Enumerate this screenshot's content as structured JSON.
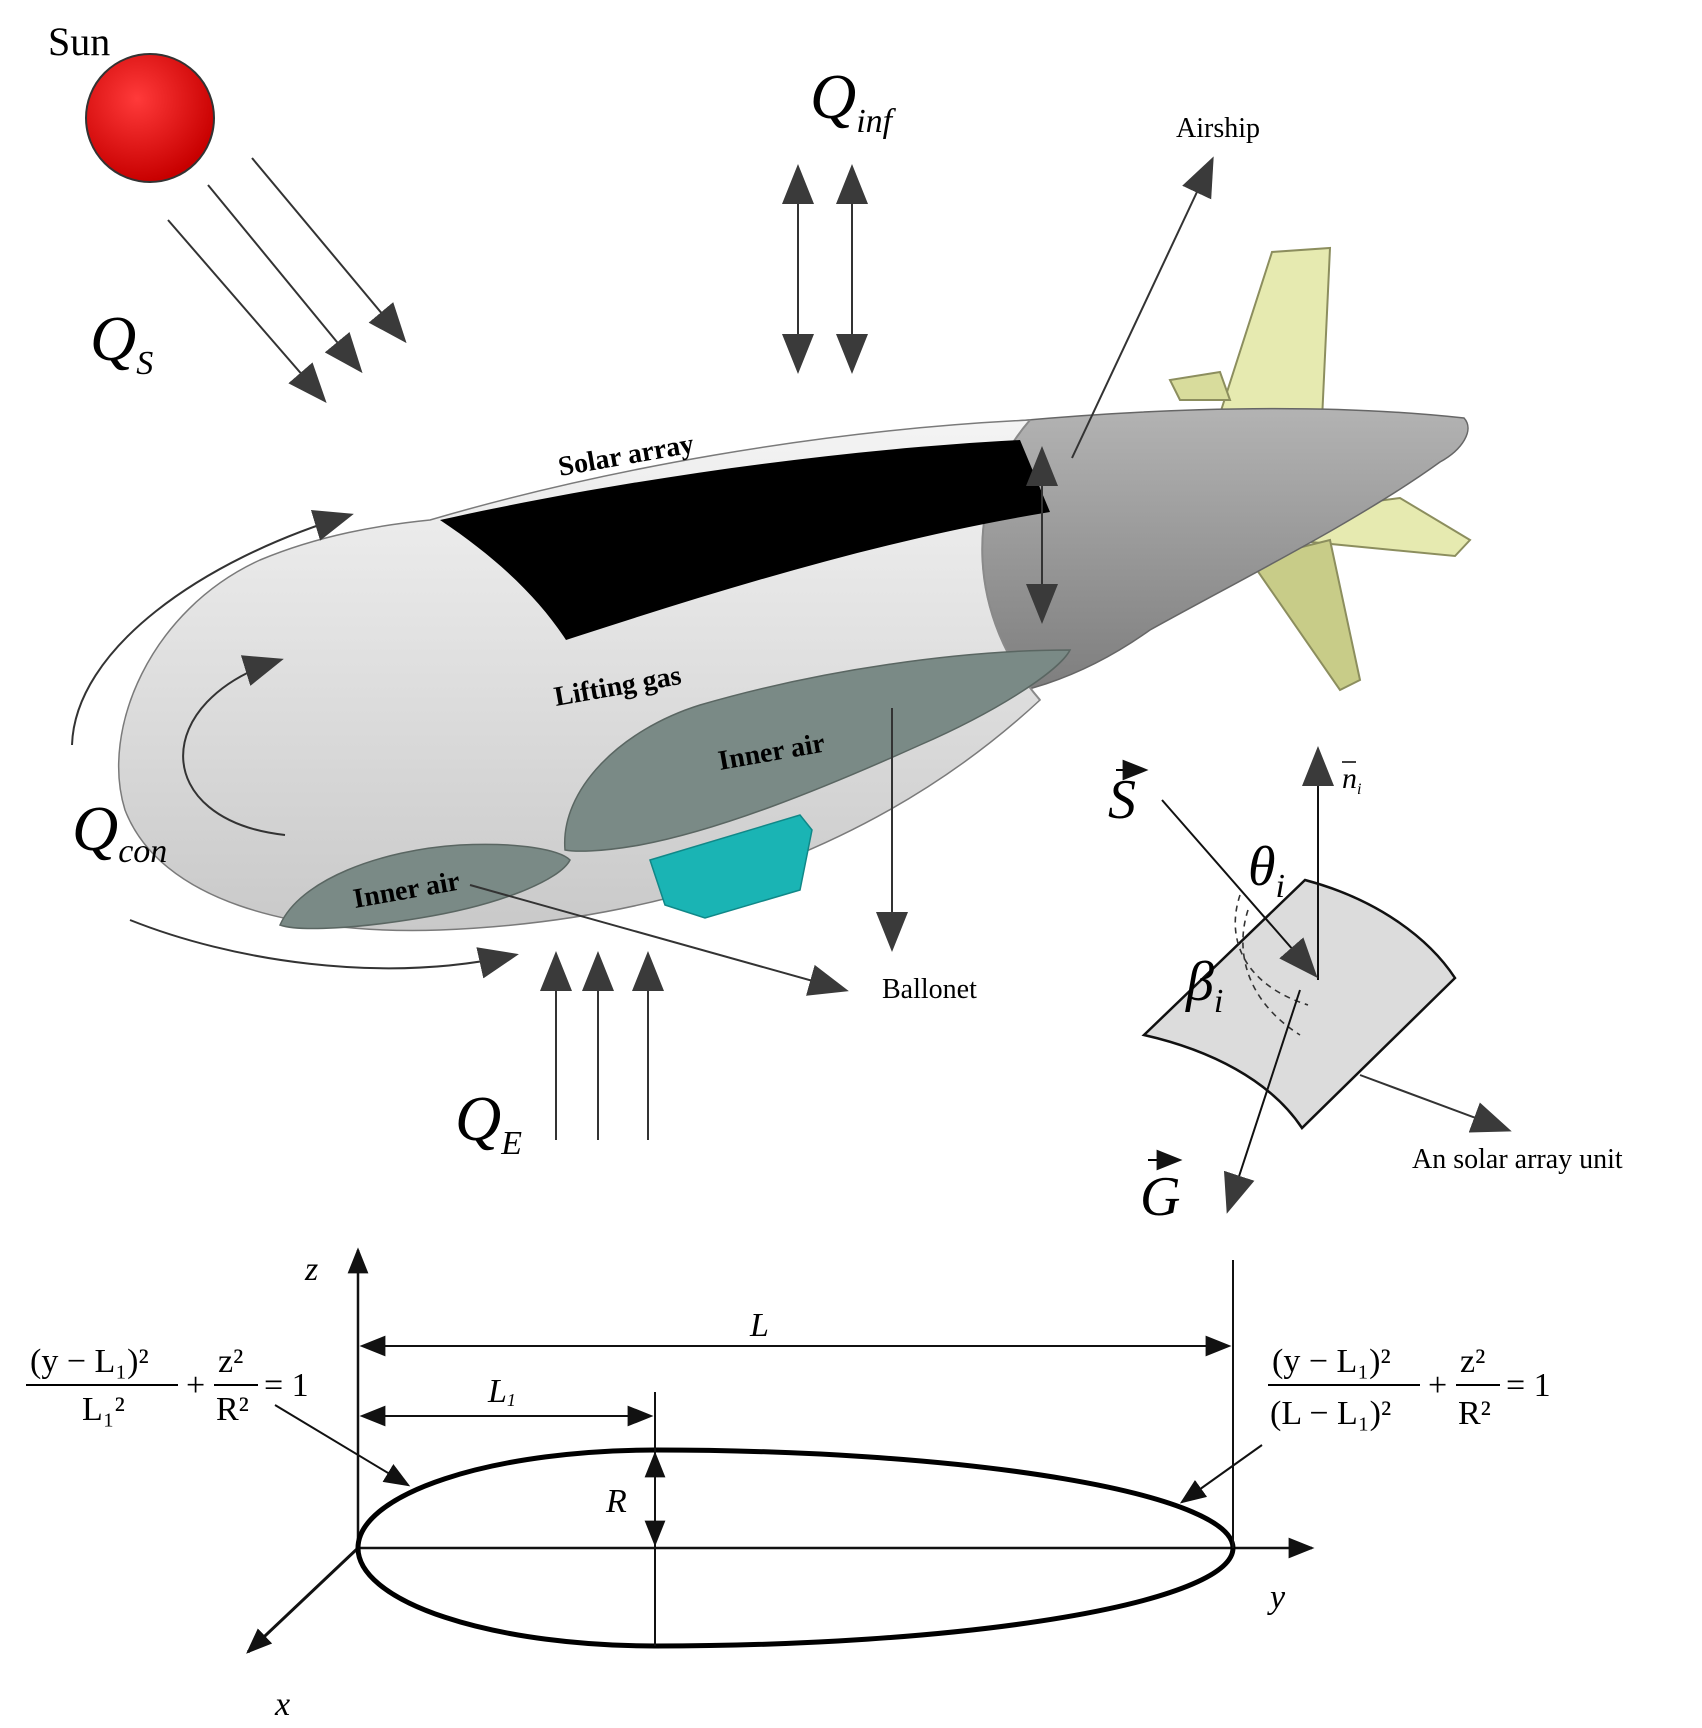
{
  "labels": {
    "sun": "Sun",
    "airship": "Airship",
    "solar_array": "Solar array",
    "lifting_gas": "Lifting gas",
    "inner_air_1": "Inner air",
    "inner_air_2": "Inner air",
    "ballonet": "Ballonet",
    "solar_unit": "An solar array unit"
  },
  "heat": {
    "qs": {
      "base": "Q",
      "sub": "S"
    },
    "qinf": {
      "base": "Q",
      "sub": "inf"
    },
    "qcon": {
      "base": "Q",
      "sub": "con"
    },
    "qe": {
      "base": "Q",
      "sub": "E"
    }
  },
  "vectors": {
    "s": "S",
    "g": "G",
    "n": "n",
    "n_sub": "i",
    "theta": "θ",
    "theta_sub": "i",
    "beta": "β",
    "beta_sub": "i"
  },
  "profile": {
    "axis_z": "z",
    "axis_y": "y",
    "axis_x": "x",
    "dim_L": "L",
    "dim_L1": "L",
    "dim_L1_sub": "1",
    "dim_R": "R",
    "eq_left": {
      "num": "(y − L₁)²",
      "den": "L₁²",
      "plus": "+",
      "num2": "z²",
      "den2": "R²",
      "rhs": "= 1"
    },
    "eq_right": {
      "num": "(y − L₁)²",
      "den": "(L − L₁)²",
      "plus": "+",
      "num2": "z²",
      "den2": "R²",
      "rhs": "= 1"
    }
  },
  "colors": {
    "sun": "#e30000",
    "hull": "#e6e6e6",
    "hull_tail": "#9a9a9a",
    "solar_panel": "#000000",
    "ballonet": "#7a8a86",
    "gondola": "#1ab4b4",
    "fins": "#e8ecb4",
    "unit_panel": "#dcdcdc"
  }
}
